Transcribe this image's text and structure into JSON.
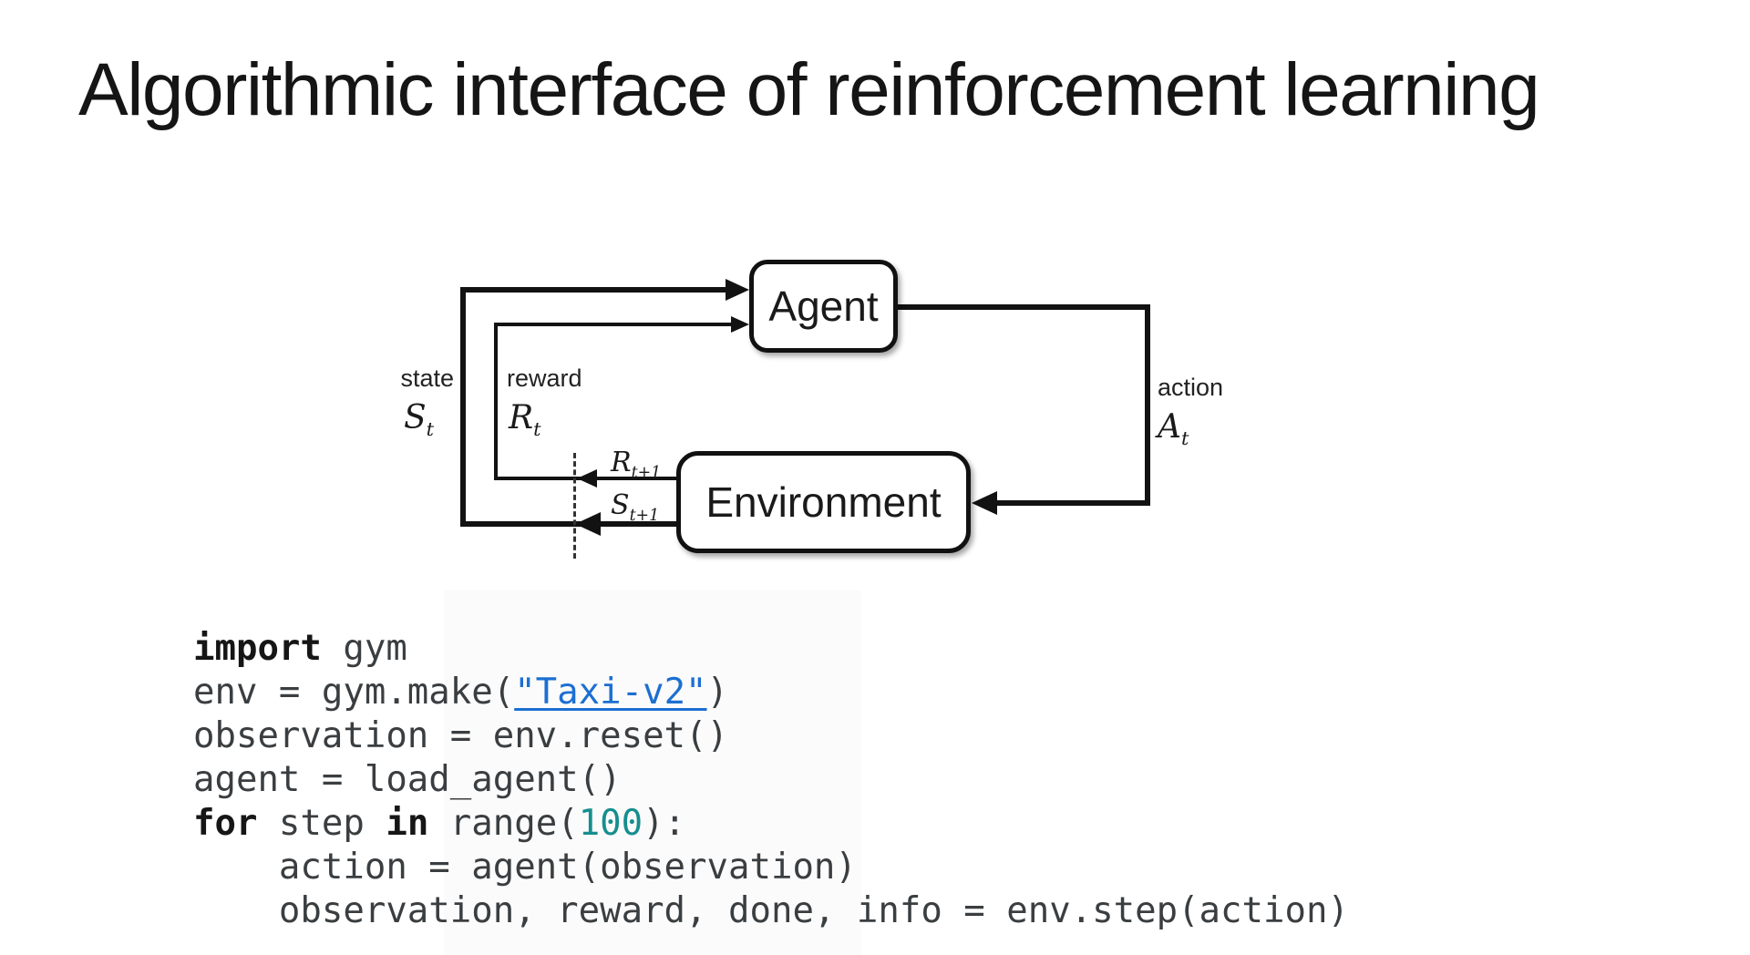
{
  "slide": {
    "title": "Algorithmic interface of reinforcement learning"
  },
  "diagram": {
    "agent_label": "Agent",
    "environment_label": "Environment",
    "state_label": "state",
    "state_symbol": "S",
    "state_subscript": "t",
    "reward_label": "reward",
    "reward_symbol": "R",
    "reward_subscript": "t",
    "next_reward_symbol": "R",
    "next_reward_subscript": "t+1",
    "next_state_symbol": "S",
    "next_state_subscript": "t+1",
    "action_label": "action",
    "action_symbol": "A",
    "action_subscript": "t"
  },
  "colors": {
    "line_black": "#121212",
    "code_text": "#3a3e41",
    "keyword": "#161616",
    "string_link_blue": "#1c6fd2",
    "number_teal": "#178e8e"
  },
  "code": {
    "lines": [
      {
        "segments": [
          {
            "text": "import",
            "style": "keyword"
          },
          {
            "text": " gym",
            "style": "plain"
          }
        ]
      },
      {
        "segments": [
          {
            "text": "env = gym.make(",
            "style": "plain"
          },
          {
            "text": "\"Taxi-v2\"",
            "style": "string-link"
          },
          {
            "text": ")",
            "style": "plain"
          }
        ]
      },
      {
        "segments": [
          {
            "text": "observation = env.reset()",
            "style": "plain"
          }
        ]
      },
      {
        "segments": [
          {
            "text": "agent = load_agent()",
            "style": "plain"
          }
        ]
      },
      {
        "segments": [
          {
            "text": "for",
            "style": "keyword"
          },
          {
            "text": " step ",
            "style": "plain"
          },
          {
            "text": "in",
            "style": "keyword"
          },
          {
            "text": " range(",
            "style": "plain"
          },
          {
            "text": "100",
            "style": "number"
          },
          {
            "text": "):",
            "style": "plain"
          }
        ]
      },
      {
        "segments": [
          {
            "text": "    action = agent(observation)",
            "style": "plain"
          }
        ]
      },
      {
        "segments": [
          {
            "text": "    observation, reward, done, info = env.step(action)",
            "style": "plain"
          }
        ]
      }
    ]
  }
}
